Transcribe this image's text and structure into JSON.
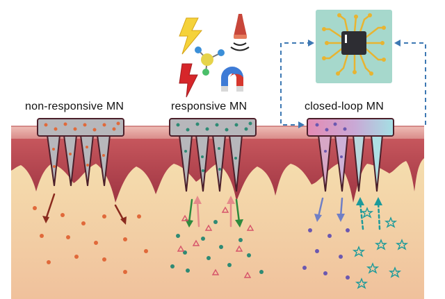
{
  "labels": {
    "non_responsive": "non-responsive MN",
    "responsive": "responsive MN",
    "closed_loop": "closed-loop MN"
  },
  "stimuli_icons": [
    "lightning-icon",
    "ultrasound-probe-icon",
    "molecule-icon",
    "lightning-icon",
    "magnet-icon"
  ],
  "controller_icon": "microchip-icon",
  "colors": {
    "skin_top": "#e6a9a6",
    "dermis": "#b8494f",
    "tissue": "#f6e4b2",
    "lower_tissue": "#f2c6a0",
    "patch": "#b7b7bb",
    "patch_border": "#4b1f2a",
    "dot_orange": "#e0693a",
    "dot_teal": "#2e8a74",
    "dot_purple": "#6b58b0",
    "triangle_pink": "#d6536a",
    "star_teal": "#1c9a9a",
    "arrow_brown": "#8a2a1e",
    "arrow_green": "#2e8a3e",
    "arrow_pink": "#e58a8a",
    "arrow_blue": "#6f7fc6",
    "dashed_blue": "#3d78b3",
    "chip_bg": "#a6d8cc",
    "chip_trace": "#e8b431",
    "chip_core": "#2d2d33"
  }
}
